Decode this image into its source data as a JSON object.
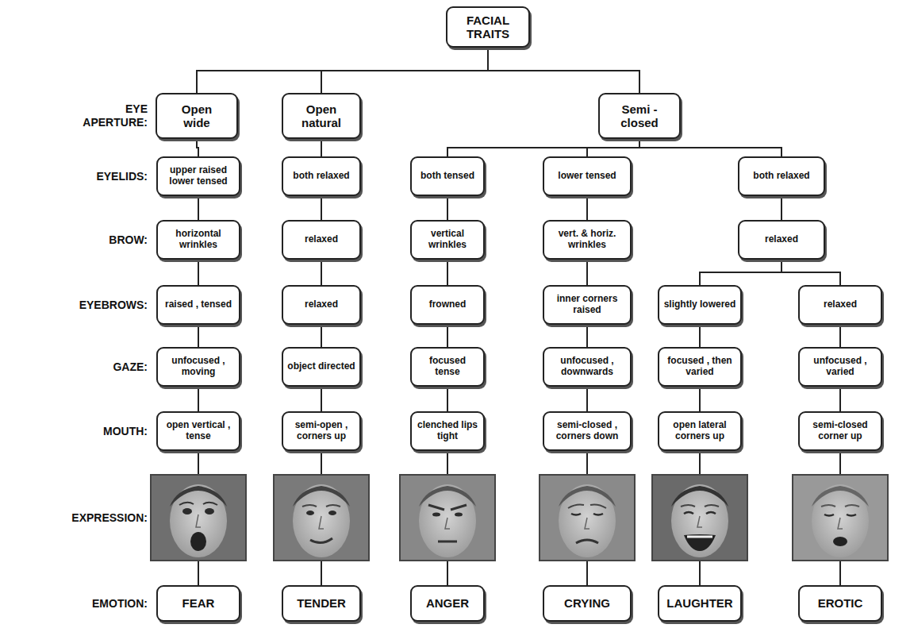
{
  "diagram": {
    "nodes": [
      {
        "text": [
          "FACIAL TRAITS"
        ]
      },
      {
        "text": [
          "Open wide"
        ]
      },
      {
        "text": [
          "Open natural"
        ]
      },
      {
        "text": [
          "Semi - closed"
        ]
      },
      {
        "text": [
          "upper raised lower tensed"
        ]
      },
      {
        "text": [
          "both relaxed"
        ]
      },
      {
        "text": [
          "both tensed"
        ]
      },
      {
        "text": [
          "lower tensed"
        ]
      },
      {
        "text": [
          "both relaxed"
        ]
      },
      {
        "text": [
          "horizontal wrinkles"
        ]
      },
      {
        "text": [
          "relaxed"
        ]
      },
      {
        "text": [
          "vertical wrinkles"
        ]
      },
      {
        "text": [
          "vert. & horiz. wrinkles"
        ]
      },
      {
        "text": [
          "relaxed"
        ]
      },
      {
        "text": [
          "raised , tensed"
        ]
      },
      {
        "text": [
          "relaxed"
        ]
      },
      {
        "text": [
          "frowned"
        ]
      },
      {
        "text": [
          "inner corners raised"
        ]
      },
      {
        "text": [
          "slightly lowered"
        ]
      },
      {
        "text": [
          "relaxed"
        ]
      },
      {
        "text": [
          "unfocused , moving"
        ]
      },
      {
        "text": [
          "object directed"
        ]
      },
      {
        "text": [
          "focused tense"
        ]
      },
      {
        "text": [
          "unfocused , downwards"
        ]
      },
      {
        "text": [
          "focused , then varied"
        ]
      },
      {
        "text": [
          "unfocused , varied"
        ]
      },
      {
        "text": [
          "open vertical , tense"
        ]
      },
      {
        "text": [
          "semi-open , corners up"
        ]
      },
      {
        "text": [
          "clenched lips tight"
        ]
      },
      {
        "text": [
          "semi-closed , corners down"
        ]
      },
      {
        "text": [
          "open lateral corners up"
        ]
      },
      {
        "text": [
          "semi-closed corner up"
        ]
      },
      {
        "text": [
          "FEAR"
        ]
      },
      {
        "text": [
          "TENDER"
        ]
      },
      {
        "text": [
          "ANGER"
        ]
      },
      {
        "text": [
          "CRYING"
        ]
      },
      {
        "text": [
          "LAUGHTER"
        ]
      },
      {
        "text": [
          "EROTIC"
        ]
      }
    ],
    "edges": [
      {
        "from": 0,
        "to": 1,
        "arrow": "none"
      },
      {
        "from": 0,
        "to": 2,
        "arrow": "none"
      },
      {
        "from": 0,
        "to": 3,
        "arrow": "none"
      },
      {
        "from": 1,
        "to": 4,
        "arrow": "none"
      },
      {
        "from": 2,
        "to": 5,
        "arrow": "none"
      },
      {
        "from": 3,
        "to": 6,
        "arrow": "none"
      },
      {
        "from": 3,
        "to": 7,
        "arrow": "none"
      },
      {
        "from": 3,
        "to": 8,
        "arrow": "none"
      },
      {
        "from": 4,
        "to": 9,
        "arrow": "none"
      },
      {
        "from": 5,
        "to": 10,
        "arrow": "none"
      },
      {
        "from": 6,
        "to": 11,
        "arrow": "none"
      },
      {
        "from": 7,
        "to": 12,
        "arrow": "none"
      },
      {
        "from": 8,
        "to": 13,
        "arrow": "none"
      },
      {
        "from": 9,
        "to": 14,
        "arrow": "none"
      },
      {
        "from": 10,
        "to": 15,
        "arrow": "none"
      },
      {
        "from": 11,
        "to": 16,
        "arrow": "none"
      },
      {
        "from": 12,
        "to": 17,
        "arrow": "none"
      },
      {
        "from": 13,
        "to": 18,
        "arrow": "none"
      },
      {
        "from": 13,
        "to": 19,
        "arrow": "none"
      },
      {
        "from": 14,
        "to": 20,
        "arrow": "none"
      },
      {
        "from": 15,
        "to": 21,
        "arrow": "none"
      },
      {
        "from": 16,
        "to": 22,
        "arrow": "none"
      },
      {
        "from": 17,
        "to": 23,
        "arrow": "none"
      },
      {
        "from": 18,
        "to": 24,
        "arrow": "none"
      },
      {
        "from": 19,
        "to": 25,
        "arrow": "none"
      },
      {
        "from": 20,
        "to": 26,
        "arrow": "none"
      },
      {
        "from": 21,
        "to": 27,
        "arrow": "none"
      },
      {
        "from": 22,
        "to": 28,
        "arrow": "none"
      },
      {
        "from": 23,
        "to": 29,
        "arrow": "none"
      },
      {
        "from": 24,
        "to": 30,
        "arrow": "none"
      },
      {
        "from": 25,
        "to": 31,
        "arrow": "none"
      },
      {
        "from": 26,
        "to": 32,
        "arrow": "none"
      },
      {
        "from": 27,
        "to": 33,
        "arrow": "none"
      },
      {
        "from": 28,
        "to": 34,
        "arrow": "none"
      },
      {
        "from": 29,
        "to": 35,
        "arrow": "none"
      },
      {
        "from": 30,
        "to": 36,
        "arrow": "none"
      },
      {
        "from": 31,
        "to": 37,
        "arrow": "none"
      }
    ],
    "labels": [
      "EYE APERTURE:",
      "EYELIDS:",
      "BROW:",
      "EYEBROWS:",
      "GAZE:",
      "MOUTH:",
      "EXPRESSION:",
      "EMOTION:"
    ]
  }
}
